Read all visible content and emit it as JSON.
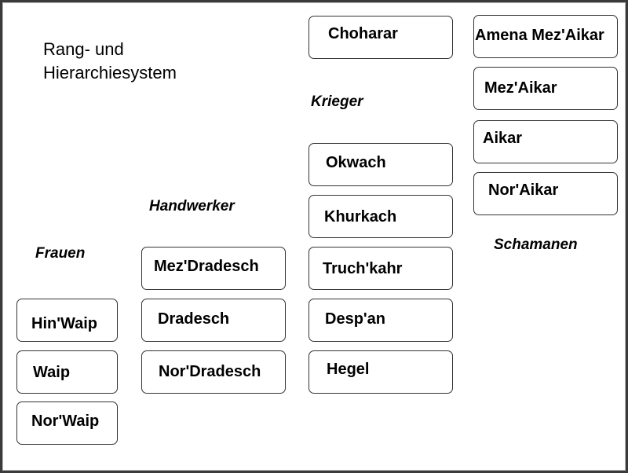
{
  "title": {
    "line1": "Rang- und",
    "line2": "Hierarchiesystem"
  },
  "groups": {
    "frauen": {
      "label": "Frauen",
      "ranks": [
        "Hin'Waip",
        "Waip",
        "Nor'Waip"
      ]
    },
    "handwerker": {
      "label": "Handwerker",
      "ranks": [
        "Mez'Dradesch",
        "Dradesch",
        "Nor'Dradesch"
      ]
    },
    "krieger": {
      "label": "Krieger",
      "ranks": [
        "Choharar",
        "Okwach",
        "Khurkach",
        "Truch'kahr",
        "Desp'an",
        "Hegel"
      ]
    },
    "schamanen": {
      "label": "Schamanen",
      "ranks": [
        "Amena Mez'Aikar",
        "Mez'Aikar",
        "Aikar",
        "Nor'Aikar"
      ]
    }
  }
}
